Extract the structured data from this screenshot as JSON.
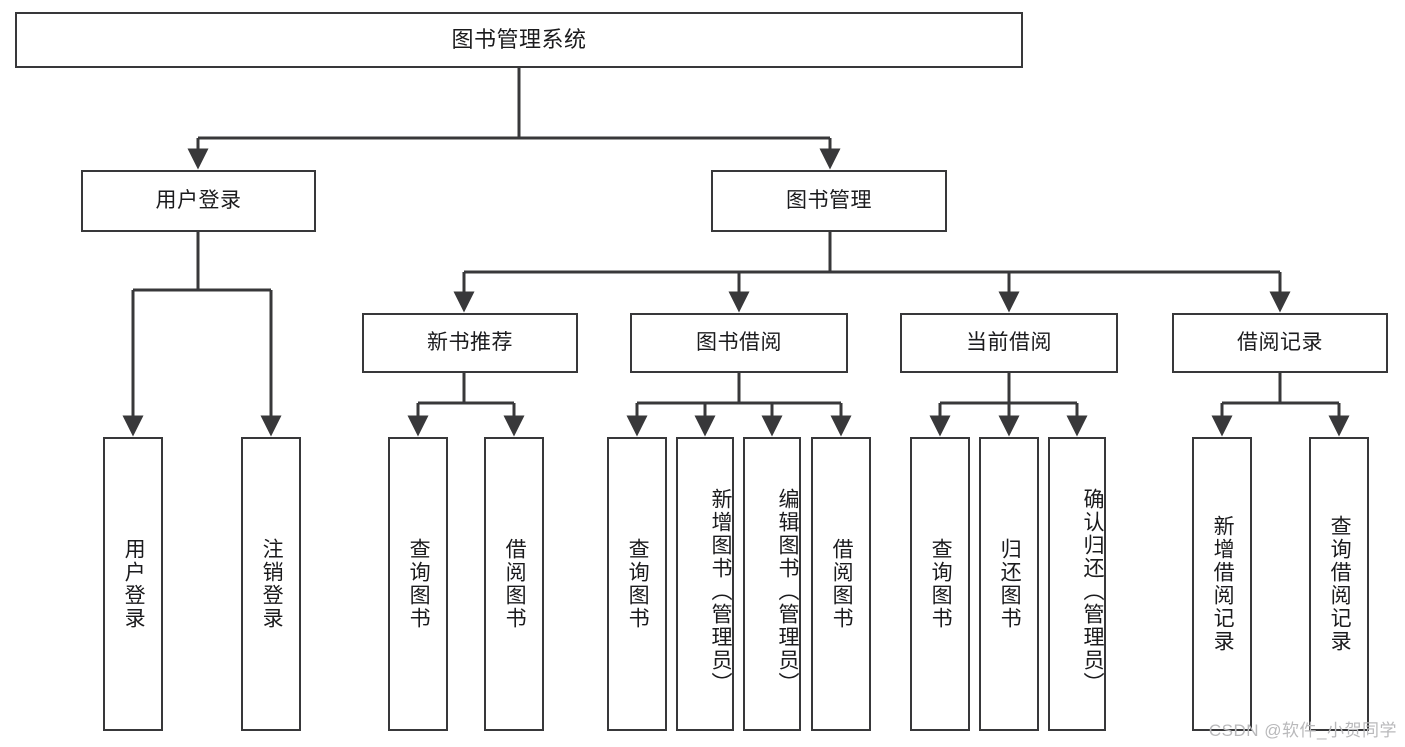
{
  "diagram": {
    "title": "图书管理系统",
    "type": "tree-hierarchy",
    "watermark": "CSDN @软件_小贺同学",
    "colors": {
      "box_border": "#38383a",
      "box_fill": "#ffffff",
      "edge": "#38383a",
      "text": "#1b1b1d",
      "watermark": "#b9b9bb",
      "page_background": "#ffffff"
    },
    "root": {
      "label": "图书管理系统"
    },
    "level2": [
      {
        "id": "user-login",
        "label": "用户登录"
      },
      {
        "id": "book-management",
        "label": "图书管理"
      }
    ],
    "level3": [
      {
        "id": "new-book-recommend",
        "label": "新书推荐",
        "parent": "book-management"
      },
      {
        "id": "book-borrow",
        "label": "图书借阅",
        "parent": "book-management"
      },
      {
        "id": "current-borrow",
        "label": "当前借阅",
        "parent": "book-management"
      },
      {
        "id": "borrow-record",
        "label": "借阅记录",
        "parent": "book-management"
      }
    ],
    "leaves": [
      {
        "id": "leaf-user-login",
        "label": "用户登录",
        "parent": "user-login"
      },
      {
        "id": "leaf-logout-login",
        "label": "注销登录",
        "parent": "user-login"
      },
      {
        "id": "leaf-query-book-1",
        "label": "查询图书",
        "parent": "new-book-recommend"
      },
      {
        "id": "leaf-borrow-book-1",
        "label": "借阅图书",
        "parent": "new-book-recommend"
      },
      {
        "id": "leaf-query-book-2",
        "label": "查询图书",
        "parent": "book-borrow"
      },
      {
        "id": "leaf-add-book",
        "label": "新增图书（管理员）",
        "parent": "book-borrow"
      },
      {
        "id": "leaf-edit-book",
        "label": "编辑图书（管理员）",
        "parent": "book-borrow"
      },
      {
        "id": "leaf-borrow-book-2",
        "label": "借阅图书",
        "parent": "book-borrow"
      },
      {
        "id": "leaf-query-book-3",
        "label": "查询图书",
        "parent": "current-borrow"
      },
      {
        "id": "leaf-return-book",
        "label": "归还图书",
        "parent": "current-borrow"
      },
      {
        "id": "leaf-confirm-return",
        "label": "确认归还（管理员）",
        "parent": "current-borrow"
      },
      {
        "id": "leaf-add-borrow-record",
        "label": "新增借阅记录",
        "parent": "borrow-record"
      },
      {
        "id": "leaf-query-borrow-record",
        "label": "查询借阅记录",
        "parent": "borrow-record"
      }
    ]
  }
}
